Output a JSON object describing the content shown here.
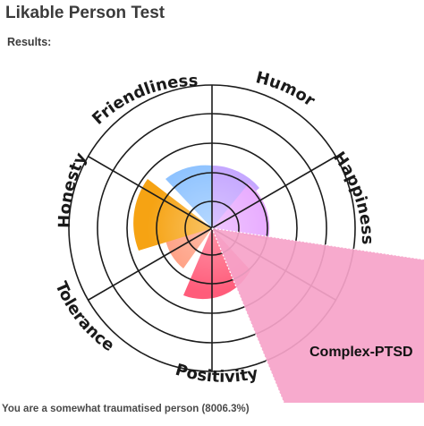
{
  "page": {
    "title": "Likable Person Test",
    "results_label": "Results:",
    "result_text": "You are a somewhat traumatised person (8006.3%)"
  },
  "wheel": {
    "segments": [
      {
        "label": "Humor",
        "color": "#c9a8ff"
      },
      {
        "label": "Happiness",
        "color": "#e7a8ff"
      },
      {
        "label": "Positivity",
        "color": "#ff5c7a"
      },
      {
        "label": "Tolerance",
        "color": "#ff9a7c"
      },
      {
        "label": "Honesty",
        "color": "#f6a313"
      },
      {
        "label": "Friendliness",
        "color": "#8fc3ff"
      }
    ],
    "overlay": {
      "label": "Complex-PTSD",
      "color": "#f6a3c9"
    }
  }
}
